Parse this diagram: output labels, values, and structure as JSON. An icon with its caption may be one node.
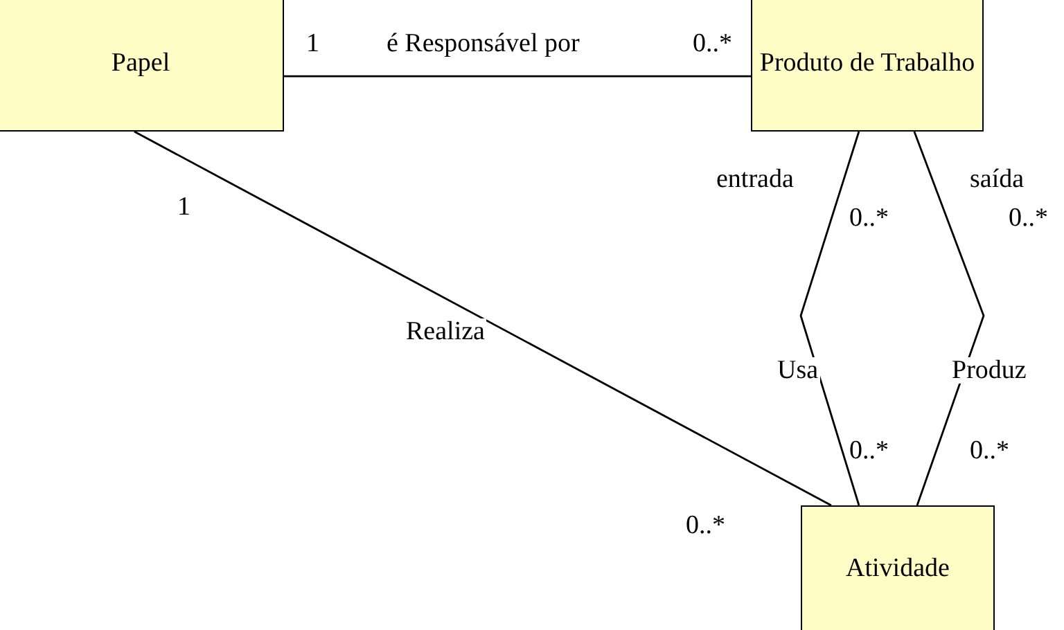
{
  "diagram": {
    "nodes": [
      {
        "text": [
          "Papel"
        ]
      },
      {
        "text": [
          "Produto de Trabalho"
        ]
      },
      {
        "text": [
          "Atividade"
        ]
      }
    ],
    "edges": [
      {
        "from": 0,
        "to": 1,
        "arrow": "none",
        "label": "é Responsável por"
      },
      {
        "from": 0,
        "to": 2,
        "arrow": "none",
        "label": "Realiza"
      },
      {
        "from": 1,
        "to": 2,
        "arrow": "none",
        "label": "Usa"
      },
      {
        "from": 1,
        "to": 2,
        "arrow": "none",
        "label": "Produz"
      }
    ],
    "labels": [
      "1",
      "0..*",
      "1",
      "entrada",
      "0..*",
      "saída",
      "0..*",
      "0..*",
      "0..*",
      "0..*"
    ]
  }
}
